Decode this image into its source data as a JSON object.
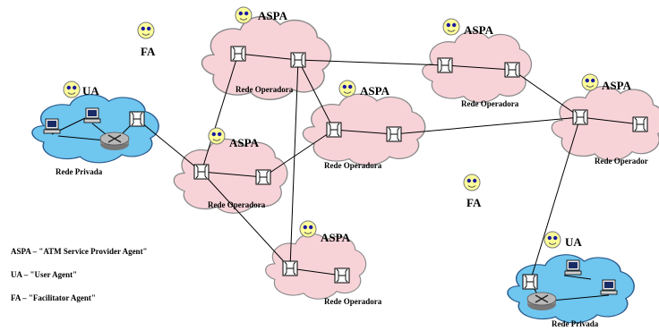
{
  "labels": {
    "aspa": "ASPA",
    "ua": "UA",
    "fa": "FA",
    "rede_operadora": "Rede Operadora",
    "rede_operador_cut": "Rede Operador",
    "rede_privada": "Rede Privada"
  },
  "legend": [
    "ASPA – \"ATM Service Provider Agent\"",
    "UA – \"User Agent\"",
    "FA – \"Facilitator Agent\""
  ],
  "colors": {
    "operator_cloud": "#f7d3d8",
    "private_cloud": "#6fc6ef",
    "agent_face": "#ffff99"
  }
}
